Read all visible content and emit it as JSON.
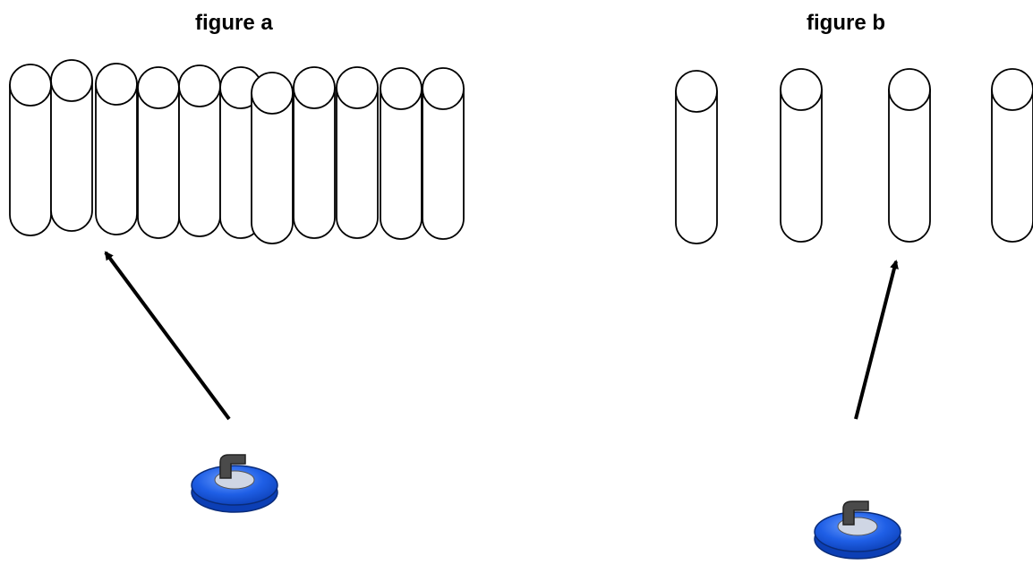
{
  "figures": {
    "a": {
      "title": "figure a",
      "pin_count": 11
    },
    "b": {
      "title": "figure b",
      "pin_count": 4
    }
  },
  "colors": {
    "stroke": "#000000",
    "pin_fill": "#ffffff",
    "stone_blue": "#1f5fe6",
    "stone_blue_dark": "#0c3fb5",
    "handle_gray": "#4a4a4a",
    "handle_light": "#b8b8b8"
  },
  "icons": {
    "stone": "curling-stone-icon",
    "arrow": "arrow-icon",
    "pin": "cylinder-pin-icon"
  }
}
